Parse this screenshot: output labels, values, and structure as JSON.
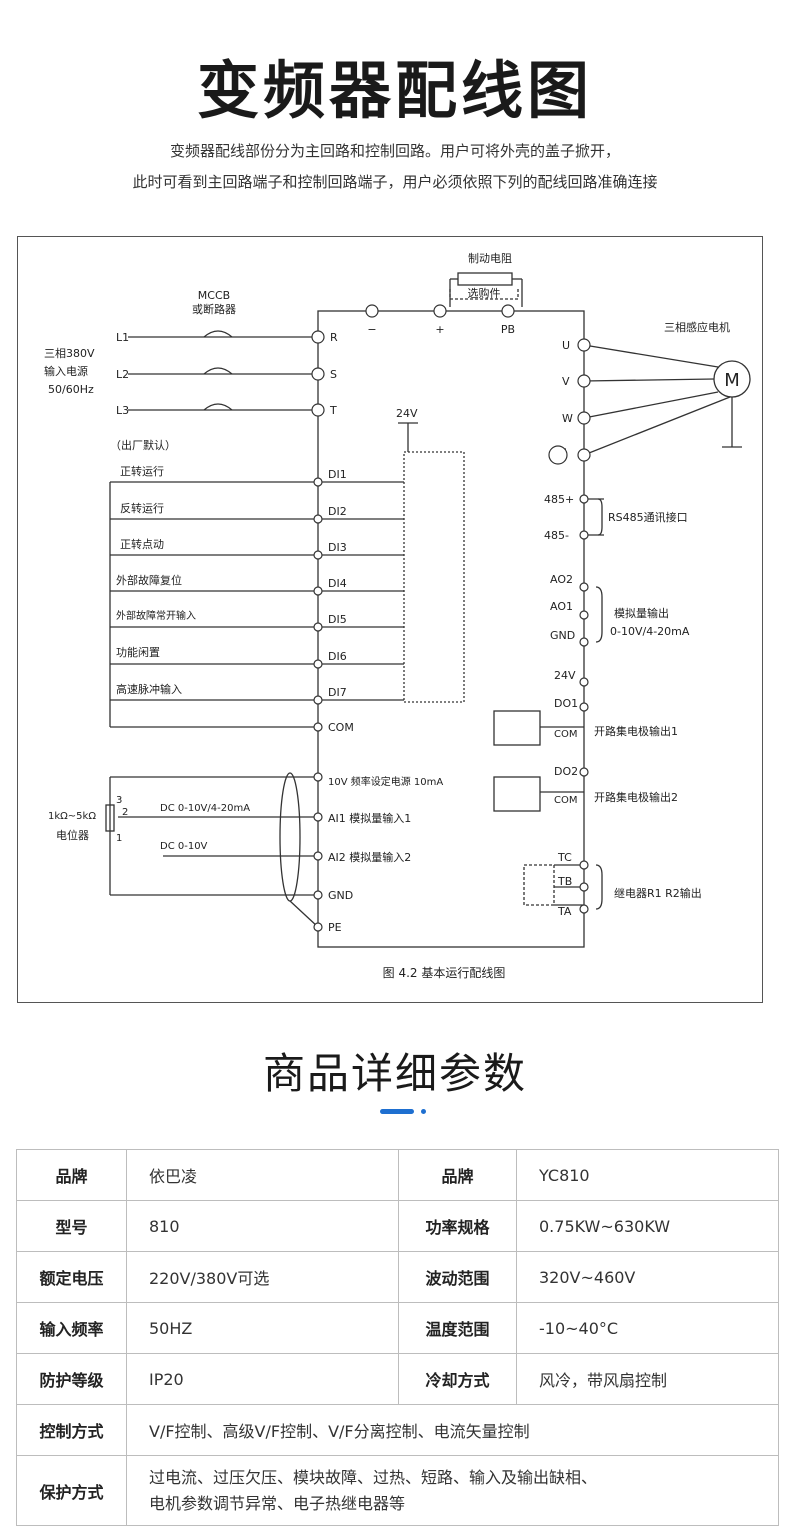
{
  "header": {
    "title": "变频器配线图",
    "intro_line1": "变频器配线部份分为主回路和控制回路。用户可将外壳的盖子掀开，",
    "intro_line2": "此时可看到主回路端子和控制回路端子，用户必须依照下列的配线回路准确连接"
  },
  "diagram": {
    "caption": "图 4.2  基本运行配线图",
    "brake_resistor": "制动电阻",
    "optional_part": "选购件",
    "dc_terminals": [
      "−",
      "+",
      "PB"
    ],
    "breaker": [
      "MCCB",
      "或断路器"
    ],
    "power_supply": [
      "三相380V",
      "输入电源",
      "50/60Hz"
    ],
    "lines": [
      "L1",
      "L2",
      "L3"
    ],
    "main_terminals": [
      "R",
      "S",
      "T"
    ],
    "supply_24v": "24V",
    "factory_default": "（出厂默认）",
    "inputs": [
      {
        "label": "正转运行",
        "terminal": "DI1"
      },
      {
        "label": "反转运行",
        "terminal": "DI2"
      },
      {
        "label": "正转点动",
        "terminal": "DI3"
      },
      {
        "label": "外部故障复位",
        "terminal": "DI4"
      },
      {
        "label": "外部故障常开输入",
        "terminal": "DI5"
      },
      {
        "label": "功能闲置",
        "terminal": "DI6"
      },
      {
        "label": "高速脉冲输入",
        "terminal": "DI7"
      }
    ],
    "com": "COM",
    "freq_source": "10V  频率设定电源  10mA",
    "ai1": "AI1  模拟量输入1",
    "ai2": "AI2  模拟量输入2",
    "gnd": "GND",
    "pe": "PE",
    "pot_range": "1kΩ~5kΩ",
    "pot_label": "电位器",
    "pot_pins": [
      "3",
      "2",
      "1"
    ],
    "dc_range1": "DC  0-10V/4-20mA",
    "dc_range2": "DC  0-10V",
    "motor_terminals": [
      "U",
      "V",
      "W"
    ],
    "motor_label": "三相感应电机",
    "motor_symbol": "M",
    "rs485_terminals": [
      "485+",
      "485-"
    ],
    "rs485_label": "RS485通讯接口",
    "analog_out_terminals": [
      "AO2",
      "AO1",
      "GND"
    ],
    "analog_out_label": [
      "模拟量输出",
      "0-10V/4-20mA"
    ],
    "right_24v": "24V",
    "do1": "DO1",
    "do2": "DO2",
    "do_com": "COM",
    "oc_out1": "开路集电极输出1",
    "oc_out2": "开路集电极输出2",
    "relay_terminals": [
      "TC",
      "TB",
      "TA"
    ],
    "relay_label": "继电器R1  R2输出"
  },
  "specs_section": {
    "title": "商品详细参数",
    "accent_color": "#1e6fd0",
    "rows": [
      {
        "k1": "品牌",
        "v1": "依巴凌",
        "k2": "品牌",
        "v2": "YC810"
      },
      {
        "k1": "型号",
        "v1": "810",
        "k2": "功率规格",
        "v2": "0.75KW~630KW"
      },
      {
        "k1": "额定电压",
        "v1": "220V/380V可选",
        "k2": "波动范围",
        "v2": "320V~460V"
      },
      {
        "k1": "输入频率",
        "v1": "50HZ",
        "k2": "温度范围",
        "v2": "-10~40°C"
      },
      {
        "k1": "防护等级",
        "v1": "IP20",
        "k2": "冷却方式",
        "v2": "风冷，带风扇控制"
      }
    ],
    "control": {
      "k": "控制方式",
      "v": "V/F控制、高级V/F控制、V/F分离控制、电流矢量控制"
    },
    "protection": {
      "k": "保护方式",
      "v1": "过电流、过压欠压、模块故障、过热、短路、输入及输出缺相、",
      "v2": "电机参数调节异常、电子热继电器等"
    }
  }
}
